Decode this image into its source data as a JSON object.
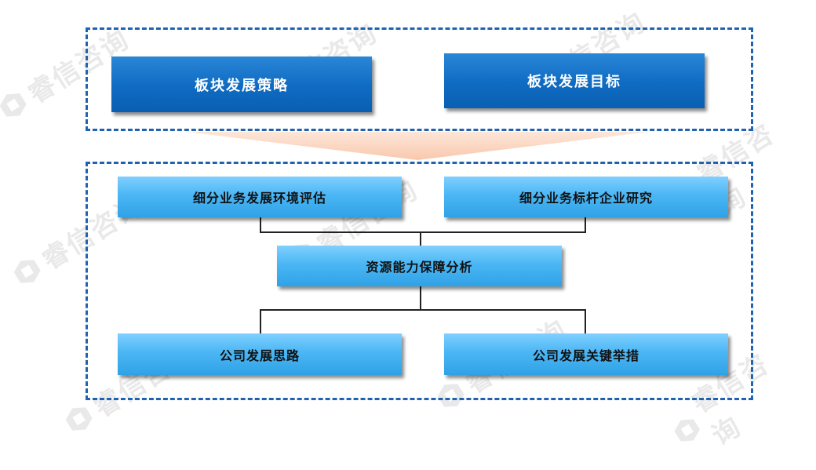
{
  "top_group": {
    "left": "板块发展策略",
    "right": "板块发展目标"
  },
  "bottom_group": {
    "row1_left": "细分业务发展环境评估",
    "row1_right": "细分业务标杆企业研究",
    "center": "资源能力保障分析",
    "row3_left": "公司发展思路",
    "row3_right": "公司发展关键举措"
  },
  "watermark": "睿信咨询",
  "colors": {
    "frame": "#1f63b0",
    "dark_box": "#0f6bc2",
    "light_box": "#4bb6f4",
    "arrow": "#fbd3bd"
  }
}
